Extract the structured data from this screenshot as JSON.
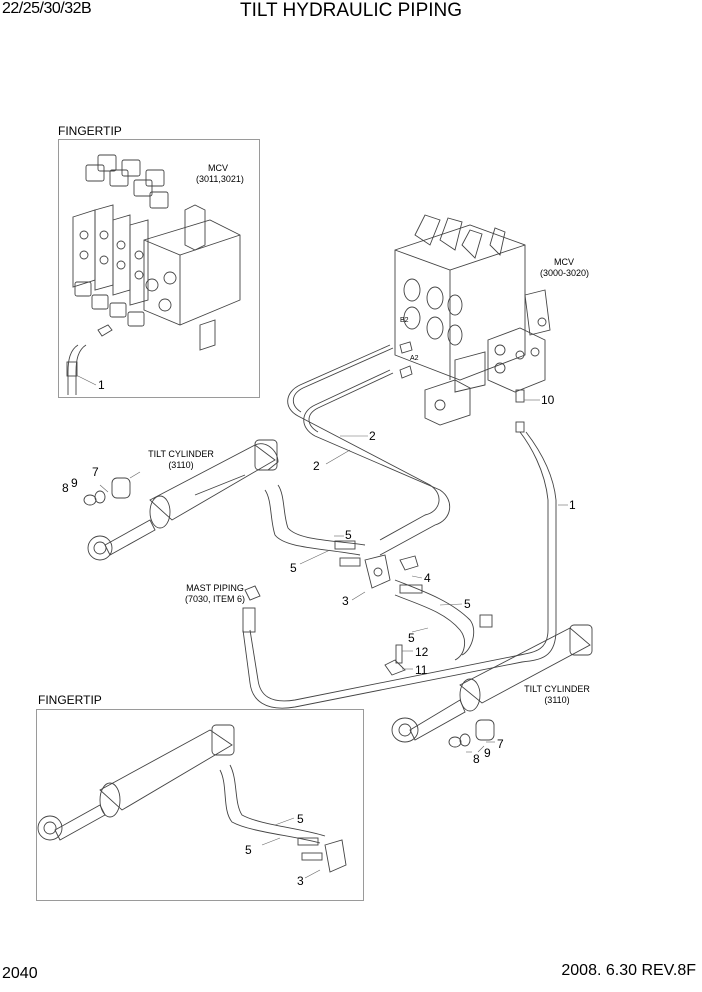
{
  "header": {
    "model": "22/25/30/32B",
    "title": "TILT HYDRAULIC PIPING"
  },
  "footer": {
    "page_number": "2040",
    "revision": "2008. 6.30  REV.8F"
  },
  "insets": [
    {
      "title": "FINGERTIP",
      "component_label": [
        "MCV",
        "(3011,3021)"
      ],
      "callouts": [
        "1"
      ]
    },
    {
      "title": "FINGERTIP",
      "callouts": [
        "5",
        "5",
        "3"
      ]
    }
  ],
  "main": {
    "mcv_label": [
      "MCV",
      "(3000-3020)"
    ],
    "port_labels": [
      "B2",
      "A2"
    ],
    "tilt_cylinder_left": [
      "TILT CYLINDER",
      "(3110)"
    ],
    "tilt_cylinder_right": [
      "TILT CYLINDER",
      "(3110)"
    ],
    "mast_piping": [
      "MAST PIPING",
      "(7030, ITEM 6)"
    ],
    "callouts": {
      "c1": "1",
      "c2a": "2",
      "c2b": "2",
      "c3": "3",
      "c4": "4",
      "c5a": "5",
      "c5b": "5",
      "c5c": "5",
      "c5d": "5",
      "c7a": "7",
      "c8a": "8",
      "c9a": "9",
      "c7b": "7",
      "c8b": "8",
      "c9b": "9",
      "c10": "10",
      "c11": "11",
      "c12": "12"
    }
  }
}
